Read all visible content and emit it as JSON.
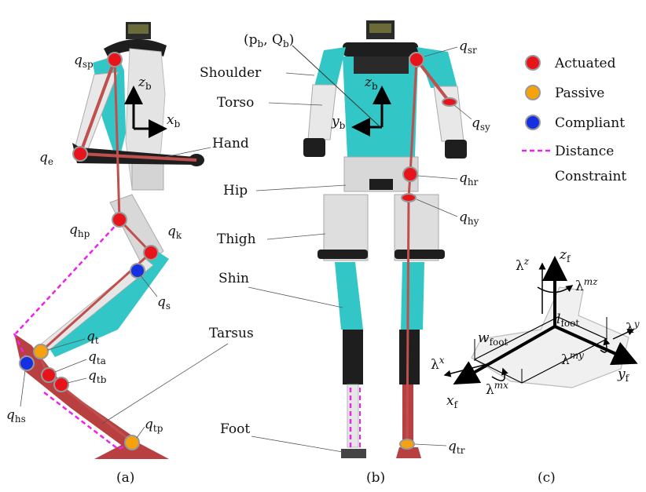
{
  "colors": {
    "actuated": "#e8141c",
    "passive": "#f5a20c",
    "compliant": "#1530e0",
    "constraint": "#ee22ee",
    "teal": "#33c6c6",
    "link": "#c0504d",
    "black": "#1a1a1a",
    "white_part": "#e6e6e6"
  },
  "legend": [
    {
      "label": "Actuated",
      "kind": "actuated"
    },
    {
      "label": "Passive",
      "kind": "passive"
    },
    {
      "label": "Compliant",
      "kind": "compliant"
    },
    {
      "label": "Distance",
      "label2": "Constraint",
      "kind": "constraint"
    }
  ],
  "captions": {
    "a": "(a)",
    "b": "(b)",
    "c": "(c)"
  },
  "panel_a": {
    "joints": [
      {
        "name": "sp",
        "label": "q",
        "sub": "sp",
        "kind": "actuated"
      },
      {
        "name": "e",
        "label": "q",
        "sub": "e",
        "kind": "actuated"
      },
      {
        "name": "hp",
        "label": "q",
        "sub": "hp",
        "kind": "actuated"
      },
      {
        "name": "k",
        "label": "q",
        "sub": "k",
        "kind": "actuated"
      },
      {
        "name": "s",
        "label": "q",
        "sub": "s",
        "kind": "compliant"
      },
      {
        "name": "t",
        "label": "q",
        "sub": "t",
        "kind": "passive"
      },
      {
        "name": "ta",
        "label": "q",
        "sub": "ta",
        "kind": "actuated"
      },
      {
        "name": "tb",
        "label": "q",
        "sub": "tb",
        "kind": "actuated"
      },
      {
        "name": "hs",
        "label": "q",
        "sub": "hs",
        "kind": "compliant"
      },
      {
        "name": "tp",
        "label": "q",
        "sub": "tp",
        "kind": "passive"
      }
    ],
    "frame": {
      "z": "z",
      "zsub": "b",
      "x": "x",
      "xsub": "b"
    },
    "parts": {
      "hand": "Hand",
      "tarsus": "Tarsus"
    }
  },
  "panel_b": {
    "parts": [
      "Shoulder",
      "Torso",
      "Hip",
      "Thigh",
      "Shin",
      "Foot"
    ],
    "base_label": "(p",
    "base_sub1": "b",
    "base_mid": ", Q",
    "base_sub2": "b",
    "base_end": ")",
    "frame": {
      "z": "z",
      "zsub": "b",
      "y": "y",
      "ysub": "b"
    },
    "joints": [
      {
        "name": "sr",
        "label": "q",
        "sub": "sr",
        "kind": "actuated"
      },
      {
        "name": "sy",
        "label": "q",
        "sub": "sy",
        "kind": "actuated"
      },
      {
        "name": "hr",
        "label": "q",
        "sub": "hr",
        "kind": "actuated"
      },
      {
        "name": "hy",
        "label": "q",
        "sub": "hy",
        "kind": "actuated"
      },
      {
        "name": "tr",
        "label": "q",
        "sub": "tr",
        "kind": "passive"
      }
    ]
  },
  "panel_c": {
    "zf": "z",
    "zf_sub": "f",
    "xf": "x",
    "xf_sub": "f",
    "yf": "y",
    "yf_sub": "f",
    "lz": "λ",
    "lz_sup": "z",
    "lmz": "λ",
    "lmz_sup": "mz",
    "lfoot": "l",
    "lfoot_sub": "foot",
    "ly": "λ",
    "ly_sup": "y",
    "wfoot": "w",
    "wfoot_sub": "foot",
    "lx": "λ",
    "lx_sup": "x",
    "lmy": "λ",
    "lmy_sup": "my",
    "lmx": "λ",
    "lmx_sup": "mx"
  }
}
